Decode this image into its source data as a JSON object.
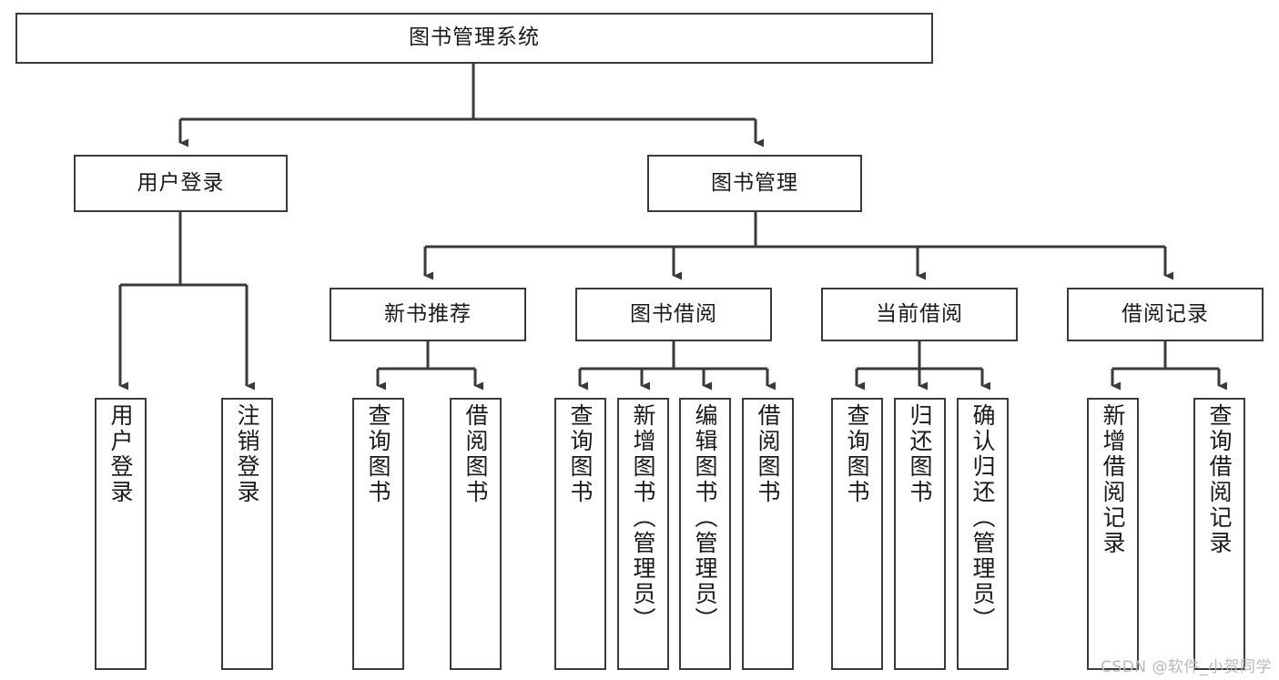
{
  "diagram": {
    "title": "图书管理系统",
    "watermark": "CSDN @软件_小贺同学",
    "colors": {
      "box_border": "#3a3a3a",
      "connector": "#3a3a3a",
      "text": "#1a1a1a",
      "background": "#ffffff",
      "watermark": "#b9b9b9"
    },
    "levels": {
      "root": {
        "label": "图书管理系统"
      },
      "level2": [
        {
          "label": "用户登录"
        },
        {
          "label": "图书管理"
        }
      ],
      "level3": [
        {
          "label": "新书推荐"
        },
        {
          "label": "图书借阅"
        },
        {
          "label": "当前借阅"
        },
        {
          "label": "借阅记录"
        }
      ],
      "leaves": [
        {
          "label": "用户登录",
          "parent": "用户登录"
        },
        {
          "label": "注销登录",
          "parent": "用户登录"
        },
        {
          "label": "查询图书",
          "parent": "新书推荐"
        },
        {
          "label": "借阅图书",
          "parent": "新书推荐"
        },
        {
          "label": "查询图书",
          "parent": "图书借阅"
        },
        {
          "label": "新增图书（管理员）",
          "parent": "图书借阅"
        },
        {
          "label": "编辑图书（管理员）",
          "parent": "图书借阅"
        },
        {
          "label": "借阅图书",
          "parent": "图书借阅"
        },
        {
          "label": "查询图书",
          "parent": "当前借阅"
        },
        {
          "label": "归还图书",
          "parent": "当前借阅"
        },
        {
          "label": "确认归还（管理员）",
          "parent": "当前借阅"
        },
        {
          "label": "新增借阅记录",
          "parent": "借阅记录"
        },
        {
          "label": "查询借阅记录",
          "parent": "借阅记录"
        }
      ]
    }
  }
}
